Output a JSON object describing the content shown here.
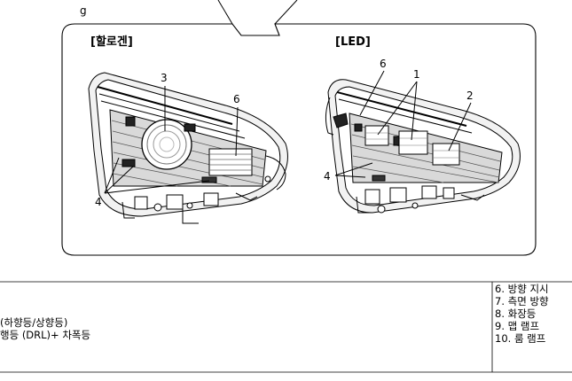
{
  "diagram": {
    "top_label_fragment": "g",
    "panels": [
      {
        "title": "[할로겐]",
        "callouts": [
          "3",
          "6",
          "4"
        ]
      },
      {
        "title": "[LED]",
        "callouts": [
          "6",
          "1",
          "2",
          "4"
        ]
      }
    ]
  },
  "legend": {
    "left": [
      "(하향등/상향등)",
      "행등 (DRL)+ 차폭등"
    ],
    "right": [
      "6. 방향 지시",
      "7. 측면 방향",
      "8. 화장등",
      "9. 맵 램프",
      "10. 룸 램프"
    ]
  }
}
